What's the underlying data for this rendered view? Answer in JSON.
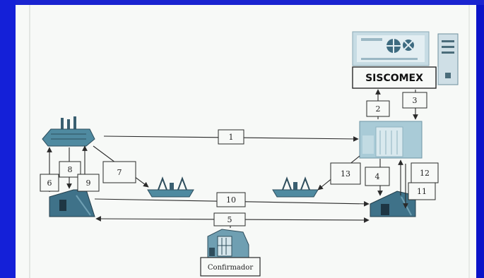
{
  "diagram": {
    "system_label": "SISCOMEX",
    "confirmer_label": "Confirmador",
    "step_numbers": [
      "1",
      "2",
      "3",
      "4",
      "5",
      "6",
      "7",
      "8",
      "9",
      "10",
      "11",
      "12",
      "13"
    ]
  },
  "colors": {
    "frame": "#0a13c8",
    "page": "#f7f9f7",
    "ink": "#2a2a2a",
    "building_blue": "#7fb3c4",
    "building_dark": "#2e4d5c",
    "ship": "#5a8fa6"
  }
}
